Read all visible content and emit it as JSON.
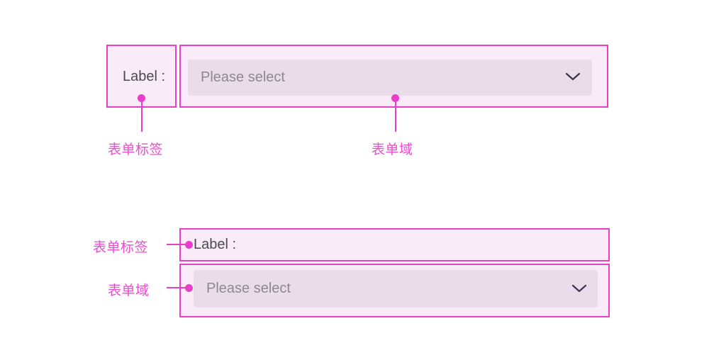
{
  "palette": {
    "annotation_stroke": "#e93fc8",
    "annotation_fill": "#faebf8",
    "select_fill": "#ebdcea",
    "placeholder_text": "#8d8895",
    "label_text": "#4a4a52",
    "callout_text": "#ef4bd0",
    "page_background": "#ffffff"
  },
  "example_inline": {
    "label_box": {
      "text": "Label :"
    },
    "field_box": {
      "placeholder": "Please select",
      "dropdown_icon": "chevron-down-icon"
    },
    "callouts": [
      {
        "text": "表单标签"
      },
      {
        "text": "表单域"
      }
    ]
  },
  "example_stacked": {
    "label_box": {
      "text": "Label :"
    },
    "field_box": {
      "placeholder": "Please select",
      "dropdown_icon": "chevron-down-icon"
    },
    "callouts": [
      {
        "text": "表单标签"
      },
      {
        "text": "表单域"
      }
    ]
  }
}
